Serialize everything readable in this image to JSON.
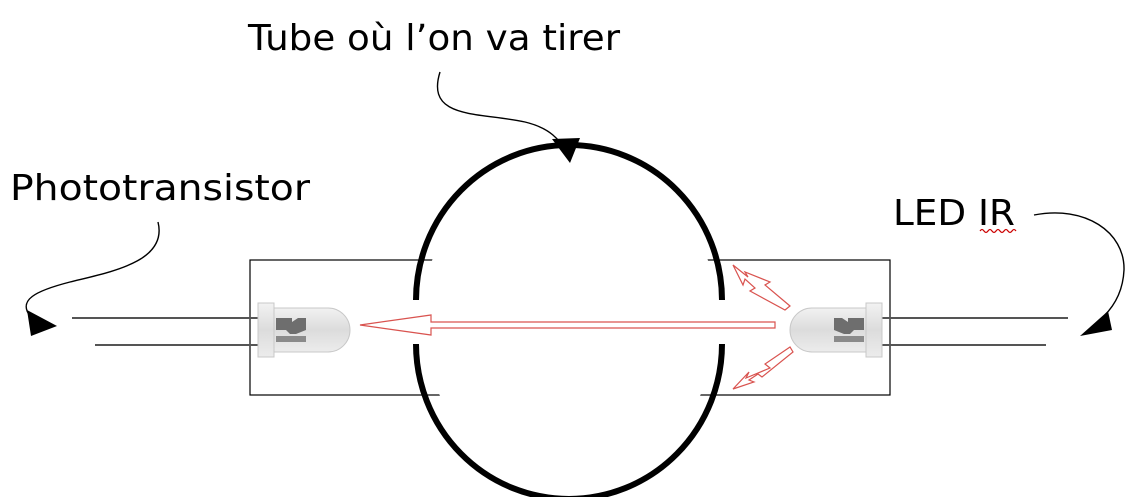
{
  "labels": {
    "tube": "Tube où l’on va tirer",
    "phototransistor": "Phototransistor",
    "led": "LED IR"
  },
  "colors": {
    "line": "#000000",
    "ir_beam": "#d9534f",
    "spellcheck_underline": "#cc0000",
    "led_body": "#e4e4e4",
    "led_internal": "#6e6e6e"
  }
}
